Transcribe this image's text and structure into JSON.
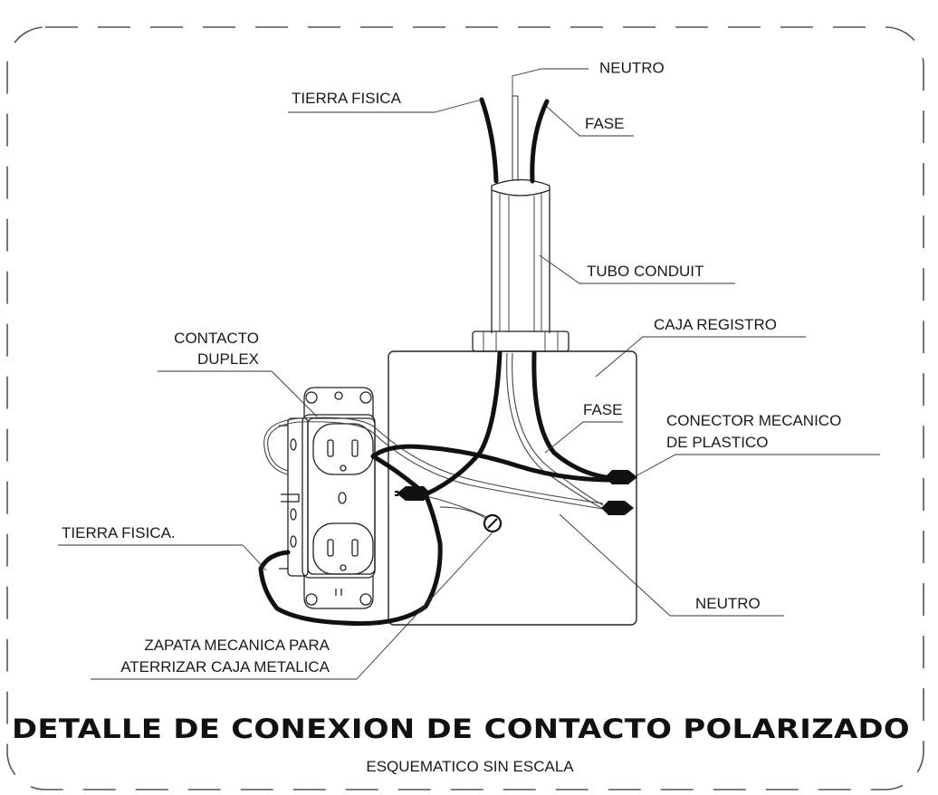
{
  "labels": {
    "neutro_top": "NEUTRO",
    "tierra_fisica_top": "TIERRA FISICA",
    "fase_top": "FASE",
    "tubo_conduit": "TUBO CONDUIT",
    "caja_registro": "CAJA REGISTRO",
    "contacto_line1": "CONTACTO",
    "contacto_line2": "DUPLEX",
    "fase_inner": "FASE",
    "conector_line1": "CONECTOR MECANICO",
    "conector_line2": "DE PLASTICO",
    "tierra_fisica_left": "TIERRA FISICA.",
    "neutro_bottom": "NEUTRO",
    "zapata_line1": "ZAPATA MECANICA PARA",
    "zapata_line2": "ATERRIZAR CAJA METALICA"
  },
  "title": "DETALLE DE CONEXION DE CONTACTO POLARIZADO",
  "subtitle": "ESQUEMATICO SIN ESCALA"
}
